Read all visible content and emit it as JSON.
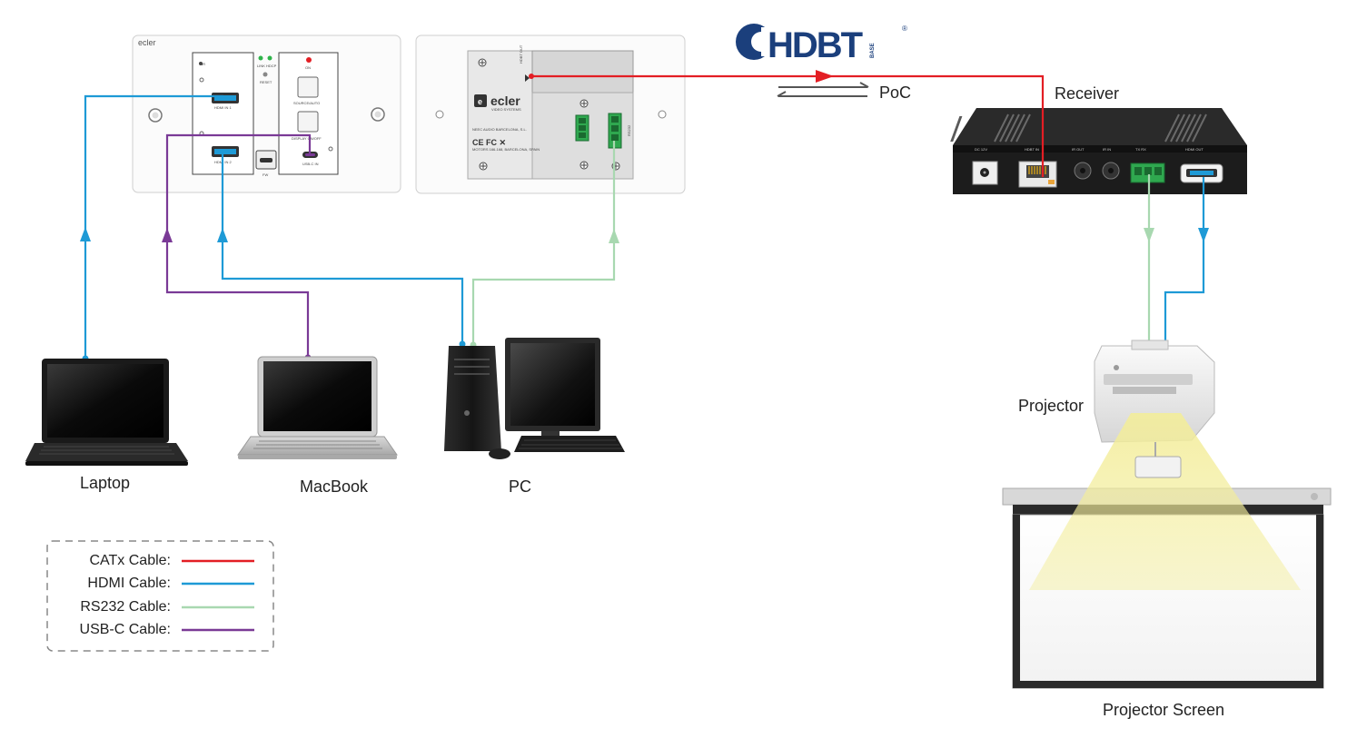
{
  "brand": {
    "wallplate_logo": "ecler",
    "backplate_logo": "ecler",
    "backplate_sub": "VIDEO SYSTEMS",
    "hdbt_logo": "HDBT",
    "hdbt_sub": "BASE",
    "hdbt_reg": "®"
  },
  "labels": {
    "poc": "PoC",
    "receiver": "Receiver",
    "projector": "Projector",
    "projector_screen": "Projector Screen",
    "laptop": "Laptop",
    "macbook": "MacBook",
    "pc": "PC"
  },
  "panel_text": {
    "hdmi_in_1": "HDMI IN 1",
    "hdmi_in_2": "HDMI IN 2",
    "usbc_in": "USB-C IN",
    "source_auto": "SOURCE/AUTO",
    "display_onoff": "DISPLAY ON/OFF",
    "on": "ON",
    "link_hdcp": "LINK  HDCP",
    "reset": "RESET",
    "fw": "FW",
    "ir": "IR",
    "hdbt_out": "HDBT OUT",
    "rs232": "RS232",
    "company": "NEEC AUDIO BARCELONA, S.L.",
    "address": "MOTORS 166-168, BARCELONA, SPAIN",
    "rx_dc": "DC 12V",
    "rx_hdbt": "HDBT IN",
    "rx_irout": "IR OUT",
    "rx_irin": "IR IN",
    "rx_rs232": "TX  RX",
    "rx_hdmi": "HDMI OUT"
  },
  "legend": [
    {
      "label": "CATx Cable:",
      "color": "#e31e24"
    },
    {
      "label": "HDMI Cable:",
      "color": "#1e9ad6"
    },
    {
      "label": "RS232 Cable:",
      "color": "#a8d8b0"
    },
    {
      "label": "USB-C Cable:",
      "color": "#7a3a96"
    }
  ],
  "colors": {
    "catx": "#e31e24",
    "hdmi": "#1e9ad6",
    "rs232": "#a8d8b0",
    "usbc": "#7a3a96",
    "hdbt_brand": "#1b3f7c"
  }
}
